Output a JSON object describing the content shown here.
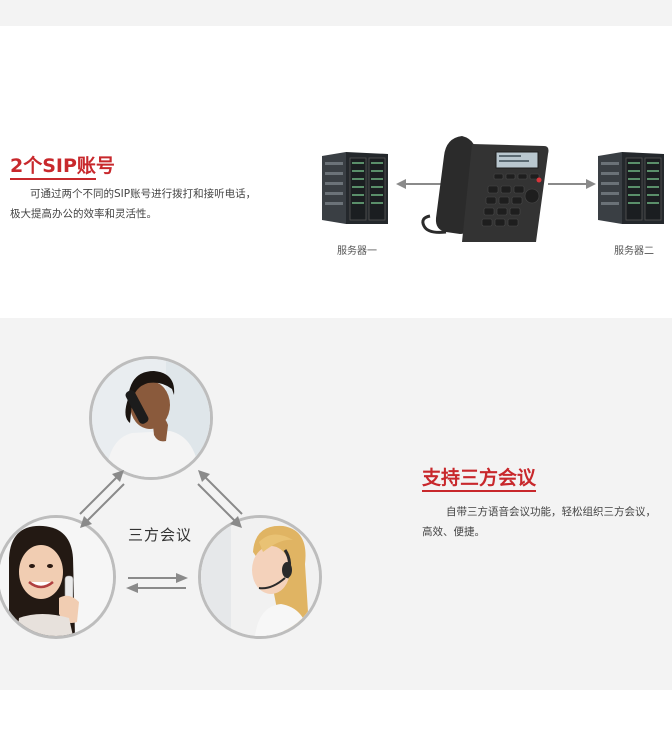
{
  "sip_section": {
    "title": "2个SIP账号",
    "description_line1": "可通过两个不同的SIP账号进行拨打和接听电话，",
    "description_line2": "极大提高办公的效率和灵活性。",
    "server_one_label": "服务器一",
    "server_two_label": "服务器二"
  },
  "conference_section": {
    "title": "支持三方会议",
    "description_line1": "自带三方语音会议功能，轻松组织三方会议，",
    "description_line2": "高效、便捷。",
    "center_label": "三方会议"
  },
  "colors": {
    "accent_red": "#c8282c",
    "light_gray_band": "#f3f3f3",
    "phone_body": "#2b2b2b",
    "arrow_gray": "#8a8a8a"
  }
}
